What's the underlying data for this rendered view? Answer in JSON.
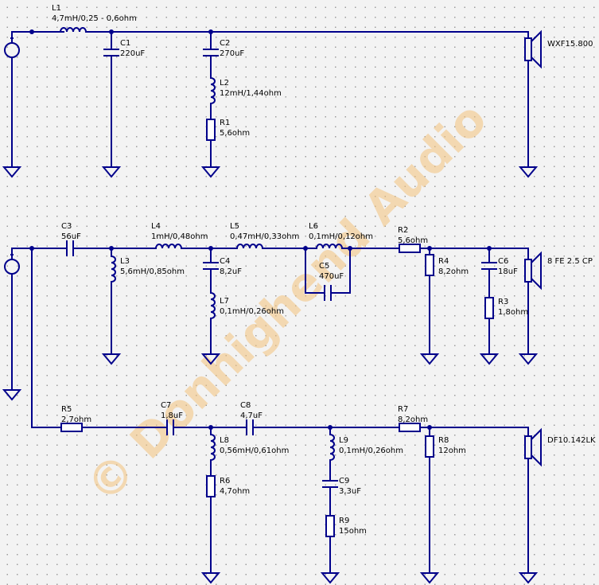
{
  "watermark": "© Donhighend Audio",
  "colors": {
    "wire": "#00008b",
    "label": "#000000",
    "watermark": "#f2c17a",
    "background": "#f3f3f3"
  },
  "speakers": {
    "top": "WXF15.800",
    "mid": "8 FE 2.5 CP",
    "bottom": "DF10.142LK"
  },
  "components": {
    "L1": {
      "name": "L1",
      "value": "4,7mH/0,25 - 0,6ohm"
    },
    "C1": {
      "name": "C1",
      "value": "220uF"
    },
    "C2": {
      "name": "C2",
      "value": "270uF"
    },
    "L2": {
      "name": "L2",
      "value": "12mH/1,44ohm"
    },
    "R1": {
      "name": "R1",
      "value": "5,6ohm"
    },
    "C3": {
      "name": "C3",
      "value": "56uF"
    },
    "L3": {
      "name": "L3",
      "value": "5,6mH/0,85ohm"
    },
    "L4": {
      "name": "L4",
      "value": "1mH/0,48ohm"
    },
    "C4": {
      "name": "C4",
      "value": "8,2uF"
    },
    "L7": {
      "name": "L7",
      "value": "0,1mH/0,26ohm"
    },
    "L5": {
      "name": "L5",
      "value": "0,47mH/0,33ohm"
    },
    "L6": {
      "name": "L6",
      "value": "0,1mH/0,12ohm"
    },
    "C5": {
      "name": "C5",
      "value": "470uF"
    },
    "R2": {
      "name": "R2",
      "value": "5,6ohm"
    },
    "R4": {
      "name": "R4",
      "value": "8,2ohm"
    },
    "C6": {
      "name": "C6",
      "value": "18uF"
    },
    "R3": {
      "name": "R3",
      "value": "1,8ohm"
    },
    "R5": {
      "name": "R5",
      "value": "2,7ohm"
    },
    "C7": {
      "name": "C7",
      "value": "1,8uF"
    },
    "L8": {
      "name": "L8",
      "value": "0,56mH/0,61ohm"
    },
    "R6": {
      "name": "R6",
      "value": "4,7ohm"
    },
    "C8": {
      "name": "C8",
      "value": "4,7uF"
    },
    "L9": {
      "name": "L9",
      "value": "0,1mH/0,26ohm"
    },
    "C9": {
      "name": "C9",
      "value": "3,3uF"
    },
    "R9": {
      "name": "R9",
      "value": "15ohm"
    },
    "R7": {
      "name": "R7",
      "value": "8,2ohm"
    },
    "R8": {
      "name": "R8",
      "value": "12ohm"
    }
  }
}
